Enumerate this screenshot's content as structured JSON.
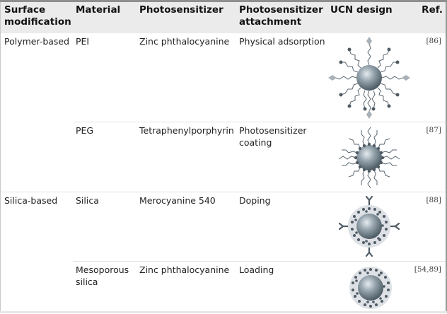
{
  "table": {
    "headers": {
      "surface_modification": "Surface\nmodification",
      "surface_line1": "Surface",
      "surface_line2": "modification",
      "material": "Material",
      "photosensitizer": "Photosensitizer",
      "attachment_line1": "Photosensitizer",
      "attachment_line2": "attachment",
      "ucn_design": "UCN design",
      "ref": "Ref."
    },
    "groups": [
      {
        "surface_modification": "Polymer-based",
        "rows": [
          {
            "material": "PEI",
            "photosensitizer": "Zinc phthalocyanine",
            "attachment": "Physical adsorption",
            "ucn_design": "polymer-brush-diamond-dots-icon",
            "ref": "[86]"
          },
          {
            "material": "PEG",
            "photosensitizer": "Tetraphenylporphyrin",
            "attachment_line1": "Photosensitizer",
            "attachment_line2": "coating",
            "ucn_design": "polymer-brush-coated-icon",
            "ref": "[87]"
          }
        ]
      },
      {
        "surface_modification": "Silica-based",
        "rows": [
          {
            "material": "Silica",
            "photosensitizer": "Merocyanine 540",
            "attachment": "Doping",
            "ucn_design": "silica-shell-antibody-icon",
            "ref": "[88]"
          },
          {
            "material_line1": "Mesoporous",
            "material_line2": "silica",
            "photosensitizer": "Zinc phthalocyanine",
            "attachment": "Loading",
            "ucn_design": "mesoporous-silica-shell-icon",
            "ref": "[54,89]"
          }
        ]
      }
    ]
  },
  "colors": {
    "header_bg": "#ebebeb",
    "core": "#7d8c96",
    "chain": "#5a6670",
    "shell": "#dde1e5",
    "diamond": "#a9b1b8"
  }
}
